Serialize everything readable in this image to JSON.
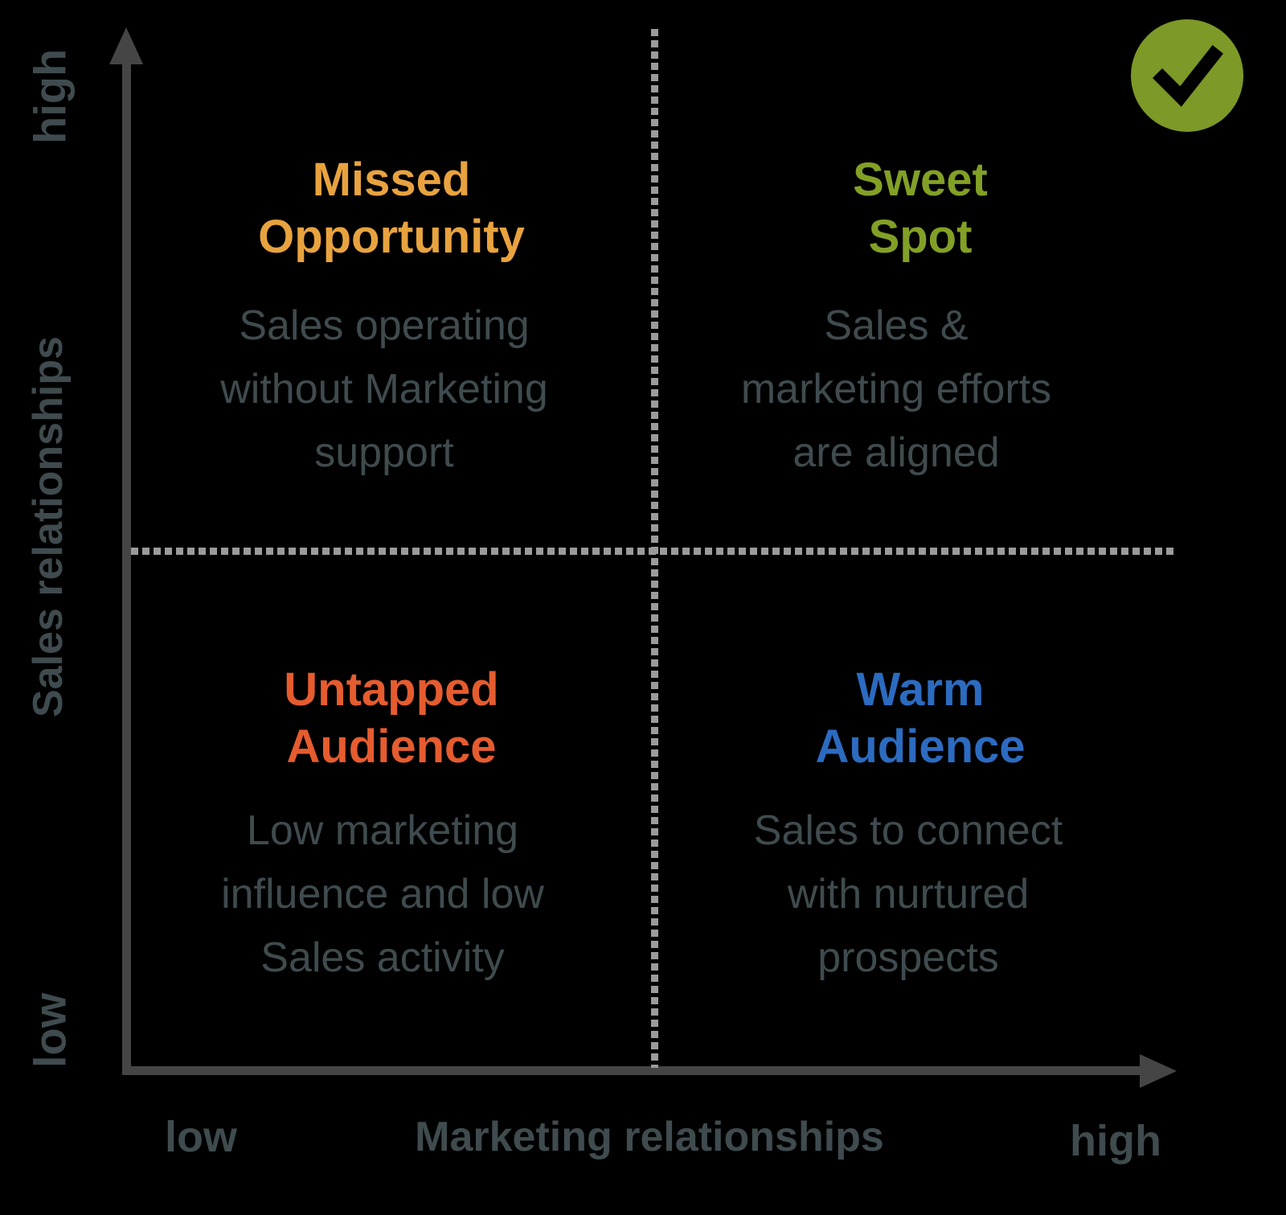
{
  "figure": {
    "type": "quadrant-matrix",
    "x_axis": {
      "title": "Marketing relationships",
      "min_label": "low",
      "max_label": "high"
    },
    "y_axis": {
      "title": "Sales relationships",
      "min_label": "low",
      "max_label": "high"
    },
    "quadrants": {
      "top_left": {
        "title": "Missed\nOpportunity",
        "description": "Sales operating\nwithout Marketing\nsupport",
        "title_color": "#E8A33F"
      },
      "top_right": {
        "title": "Sweet\nSpot",
        "description": "Sales &\nmarketing efforts\nare aligned",
        "title_color": "#82A026"
      },
      "bottom_left": {
        "title": "Untapped\nAudience",
        "description": "Low marketing\ninfluence and low\nSales activity",
        "title_color": "#E55C2F"
      },
      "bottom_right": {
        "title": "Warm\nAudience",
        "description": "Sales to connect\nwith nurtured\nprospects",
        "title_color": "#2C6BC0"
      }
    },
    "badge": {
      "icon": "checkmark",
      "background_color": "#7D9927",
      "check_color": "#000000"
    },
    "colors": {
      "background": "#000000",
      "axis": "#454545",
      "label_text": "#3F4B4E",
      "description_text": "#3F4B4E",
      "divider_dots": "#9B9B9B"
    }
  }
}
